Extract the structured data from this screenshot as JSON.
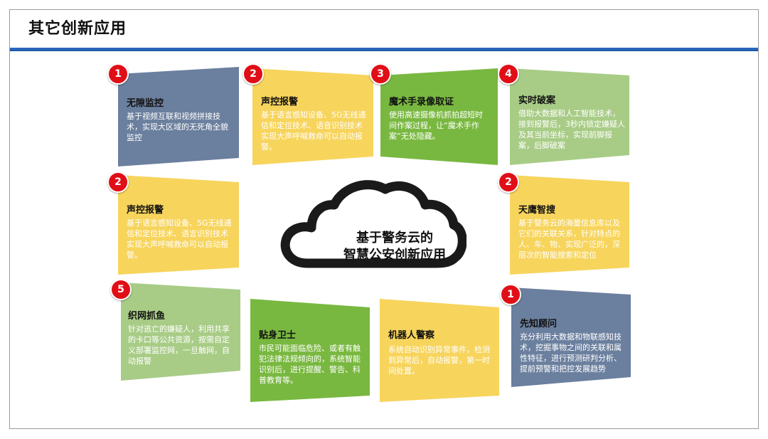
{
  "page_title": "其它创新应用",
  "center": {
    "line1": "基于警务云的",
    "line2": "智慧公安创新应用"
  },
  "colors": {
    "slate": "#6b7f9e",
    "yellow": "#f7d45c",
    "green": "#79b840",
    "light_green": "#a8cc86",
    "badge_red": "#e00f17",
    "rule_blue": "#1d56a8"
  },
  "cards": [
    {
      "badge": "1",
      "title": "无隙监控",
      "text": "基于视频互联和视频拼接技术，实现大区域的无死角全貌监控",
      "color": "slate"
    },
    {
      "badge": "2",
      "title": "声控报警",
      "text": "基于语言感知设备、5G无线通信和定位技术、语音识别技术实现大声呼喊救命可以自动报警。",
      "color": "yellow"
    },
    {
      "badge": "3",
      "title": "魔术手录像取证",
      "text": "使用高速摄像机抓拍超短时间作案过程，让“魔术手作案”无处隐藏。",
      "color": "green"
    },
    {
      "badge": "4",
      "title": "实时破案",
      "text": "借助大数据和人工智能技术，接到报警后，3秒内锁定嫌疑人及其当前坐标，实现前脚报案，后脚破案",
      "color": "light_green"
    },
    {
      "badge": "2",
      "title": "声控报警",
      "text": "基于语言感知设备、5G无线通信和定位技术、语言识别技术实现大声呼喊救命可以自动报警。",
      "color": "yellow"
    },
    {
      "badge": "2",
      "title": "天鹰智搜",
      "text": "基于警务云的海量信息库以及它们的关联关系，针对特点的人、车、物、实现广泛的，深层次的智能搜索和定位",
      "color": "yellow"
    },
    {
      "badge": "5",
      "title": "织网抓鱼",
      "text": "针对逃亡的嫌疑人，利用共享的卡口等公共资源，按需自定义部署监控网，一旦触网，自动报警",
      "color": "light_green"
    },
    {
      "badge": "",
      "title": "贴身卫士",
      "text": "市民可能面临危险、或者有触犯法律法规倾向的，系统智能识别后，进行提醒、警告、科普教育等。",
      "color": "green"
    },
    {
      "badge": "",
      "title": "机器人警察",
      "text": "系统自动识别异常事件，检测到异常后，自动报警，第一时间处置。",
      "color": "yellow"
    },
    {
      "badge": "1",
      "title": "先知顾问",
      "text": "充分利用大数据和物联感知技术，挖掘事物之间的关联和属性特征，进行预测研判分析、提前预警和把控发展趋势",
      "color": "slate"
    }
  ]
}
